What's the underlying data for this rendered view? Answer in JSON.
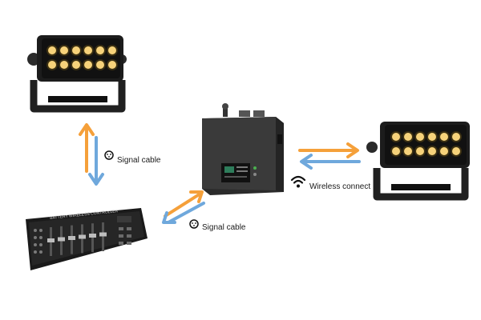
{
  "diagram": {
    "devices": [
      {
        "id": "light-top-left",
        "kind": "led-wash-bar",
        "leds": 12
      },
      {
        "id": "controller",
        "kind": "battery-wireless-controller",
        "panel_text": "BATTERY WIRELESS CONTROLLER"
      },
      {
        "id": "transceiver",
        "kind": "wireless-transceiver-box"
      },
      {
        "id": "light-right",
        "kind": "led-wash-bar",
        "leds": 12
      }
    ],
    "links": [
      {
        "from": "light-top-left",
        "to": "controller",
        "label": "Signal cable",
        "icon": "xlr-connector-icon"
      },
      {
        "from": "controller",
        "to": "transceiver",
        "label": "Signal cable",
        "icon": "xlr-connector-icon"
      },
      {
        "from": "transceiver",
        "to": "light-right",
        "label": "Wireless connect",
        "icon": "wifi-icon"
      }
    ],
    "colors": {
      "arrow_orange": "#f5a03a",
      "arrow_blue": "#6fa8dc",
      "led_warm": "#f6d27a",
      "device_body": "#1e1e1e"
    }
  }
}
